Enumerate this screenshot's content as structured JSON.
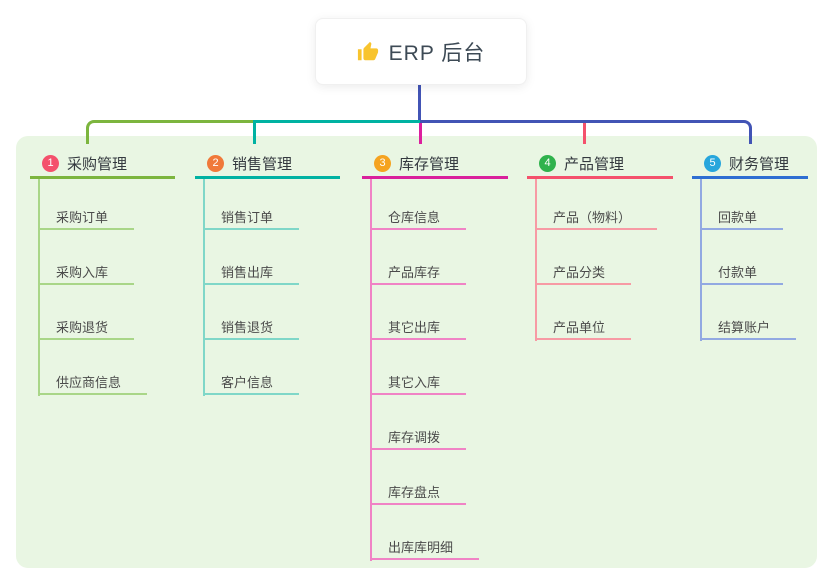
{
  "root": {
    "title": "ERP 后台",
    "icon": "thumbs-up-icon",
    "icon_color": "#f8c42e",
    "text_color": "#3d4a55",
    "background": "#ffffff"
  },
  "panel": {
    "background": "#e9f6e3"
  },
  "connectors": {
    "root_stem_color": "#4254b5",
    "trunk_left_color": "#7cb53e",
    "trunk_mid_color": "#00b2a2",
    "trunk_right_color": "#4254b5",
    "drop_center_color": "#dc1f9e",
    "drop_product_color": "#f4516c"
  },
  "branches": [
    {
      "number": "1",
      "title": "采购管理",
      "badge_color": "#f4516c",
      "line_color": "#7cb53e",
      "child_line_color": "#a9d688",
      "children": [
        "采购订单",
        "采购入库",
        "采购退货",
        "供应商信息"
      ]
    },
    {
      "number": "2",
      "title": "销售管理",
      "badge_color": "#f0793a",
      "line_color": "#00b2a2",
      "child_line_color": "#7fd7c8",
      "children": [
        "销售订单",
        "销售出库",
        "销售退货",
        "客户信息"
      ]
    },
    {
      "number": "3",
      "title": "库存管理",
      "badge_color": "#f5a320",
      "line_color": "#d9219c",
      "child_line_color": "#f083c5",
      "children": [
        "仓库信息",
        "产品库存",
        "其它出库",
        "其它入库",
        "库存调拨",
        "库存盘点",
        "出库库明细"
      ]
    },
    {
      "number": "4",
      "title": "产品管理",
      "badge_color": "#2fb24c",
      "line_color": "#f4516c",
      "child_line_color": "#f79aa4",
      "children": [
        "产品（物料）",
        "产品分类",
        "产品单位"
      ]
    },
    {
      "number": "5",
      "title": "财务管理",
      "badge_color": "#27a6dc",
      "line_color": "#2e6ed2",
      "child_line_color": "#92a9e2",
      "children": [
        "回款单",
        "付款单",
        "结算账户"
      ]
    }
  ]
}
